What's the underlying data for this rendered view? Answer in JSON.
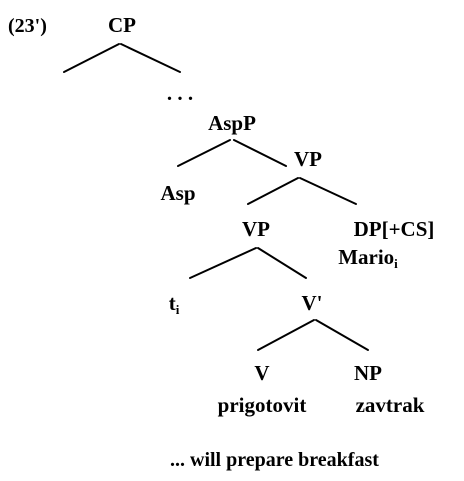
{
  "example_number": "(23')",
  "nodes": {
    "cp": "CP",
    "ellipsis": ". . .",
    "aspp": "AspP",
    "vp_high": "VP",
    "asp": "Asp",
    "vp_low": "VP",
    "dp": "DP[+CS]",
    "dp_word": "Mario",
    "dp_index": "i",
    "trace": "t",
    "trace_index": "i",
    "vbar": "V'",
    "v": "V",
    "v_word": "prigotovit",
    "np": "NP",
    "np_word": "zavtrak"
  },
  "gloss": "... will prepare breakfast"
}
